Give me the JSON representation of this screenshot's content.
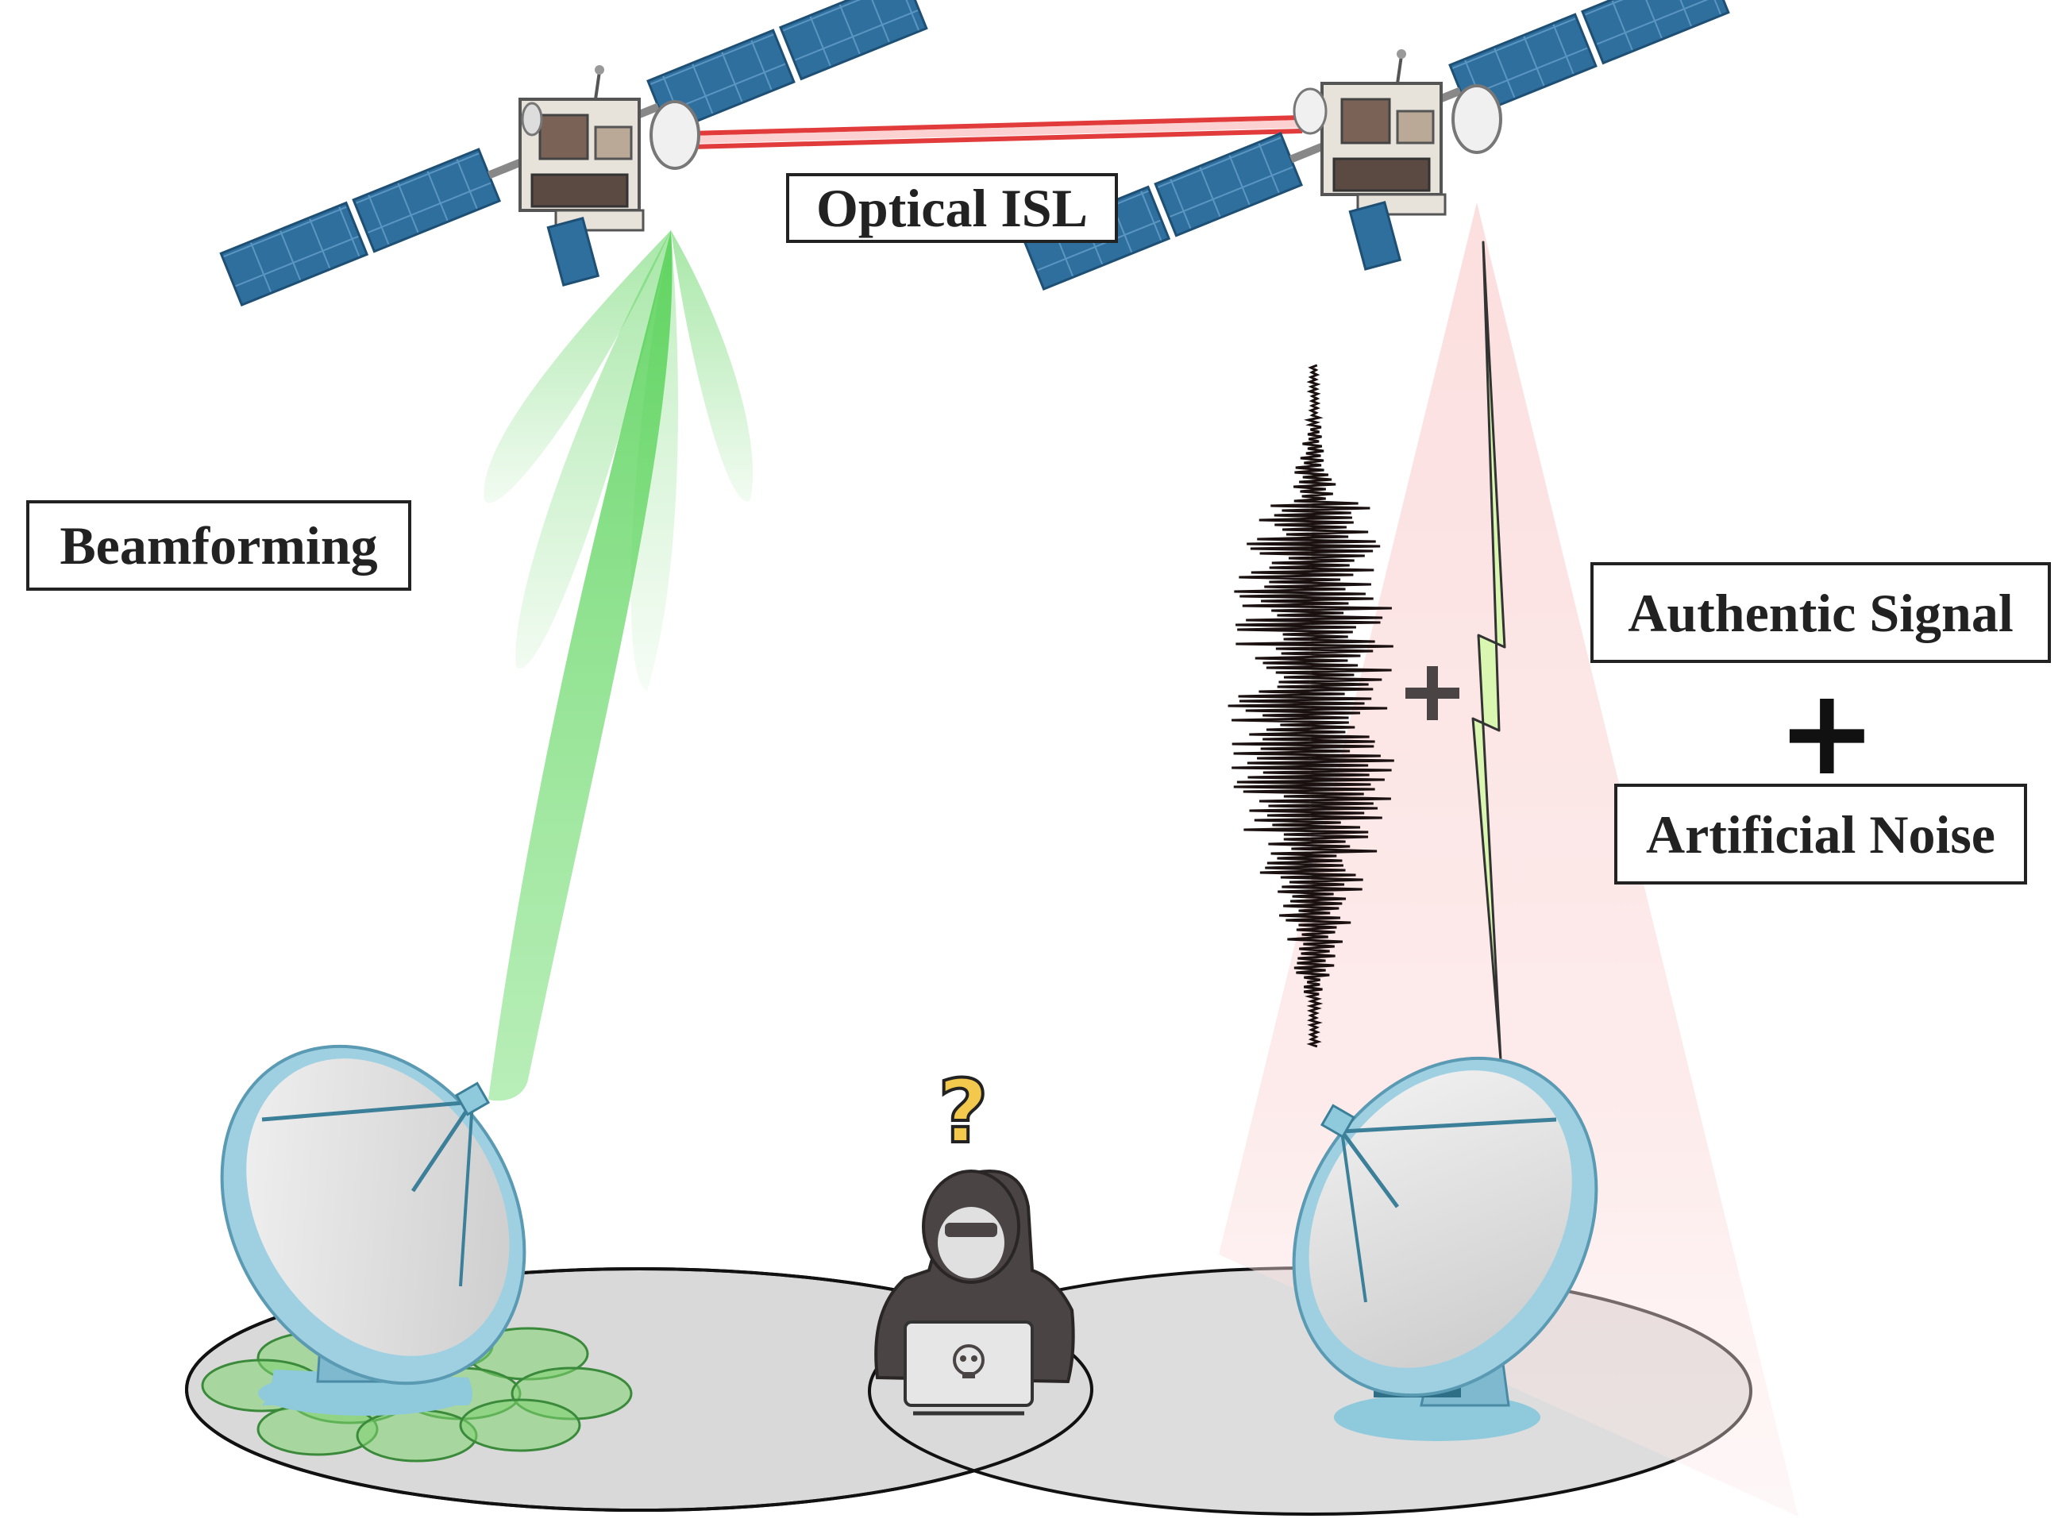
{
  "labels": {
    "optical_isl": "Optical ISL",
    "beamforming": "Beamforming",
    "authentic_signal": "Authentic Signal",
    "plus": "+",
    "artificial_noise": "Artificial Noise"
  },
  "eavesdropper": {
    "question_mark": "?"
  },
  "colors": {
    "isl_laser": "#e23b3b",
    "beam_green": "#5fd35f",
    "noise_cone": "#f7b6b6",
    "coverage_gray": "#d9d9d9",
    "solar_panel": "#2f6f9e",
    "dish_blue": "#8ec9dc",
    "hacker_dark": "#4a4444",
    "signal_bolt": "#d9f7b0"
  },
  "icons": {
    "left_satellite": "satellite-icon",
    "right_satellite": "satellite-icon",
    "left_dish": "ground-station-dish-icon",
    "right_dish": "ground-station-dish-icon",
    "eavesdropper": "hacker-icon",
    "laptop_skull": "skull-icon",
    "noise_waveform": "noise-waveform-icon",
    "signal_bolt": "lightning-bolt-icon"
  }
}
